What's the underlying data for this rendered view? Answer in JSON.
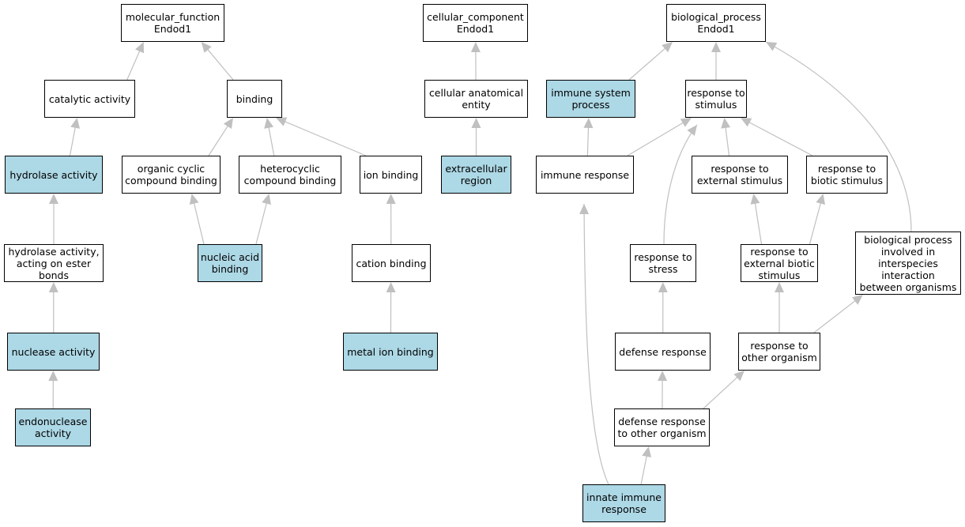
{
  "graph": {
    "highlight_color": "#add8e6",
    "edge_color": "#c0c0c0",
    "nodes": [
      {
        "id": "mf",
        "label": "molecular_function\nEndod1",
        "highlighted": false
      },
      {
        "id": "cc",
        "label": "cellular_component\nEndod1",
        "highlighted": false
      },
      {
        "id": "bp",
        "label": "biological_process\nEndod1",
        "highlighted": false
      },
      {
        "id": "cat",
        "label": "catalytic activity",
        "highlighted": false
      },
      {
        "id": "bind",
        "label": "binding",
        "highlighted": false
      },
      {
        "id": "cae",
        "label": "cellular anatomical\nentity",
        "highlighted": false
      },
      {
        "id": "isp",
        "label": "immune system\nprocess",
        "highlighted": true
      },
      {
        "id": "rts",
        "label": "response to\nstimulus",
        "highlighted": false
      },
      {
        "id": "hyd",
        "label": "hydrolase activity",
        "highlighted": true
      },
      {
        "id": "occb",
        "label": "organic cyclic\ncompound binding",
        "highlighted": false
      },
      {
        "id": "hcb",
        "label": "heterocyclic\ncompound binding",
        "highlighted": false
      },
      {
        "id": "ion",
        "label": "ion binding",
        "highlighted": false
      },
      {
        "id": "ecr",
        "label": "extracellular\nregion",
        "highlighted": true
      },
      {
        "id": "ir",
        "label": "immune response",
        "highlighted": false
      },
      {
        "id": "rtes",
        "label": "response to\nexternal stimulus",
        "highlighted": false
      },
      {
        "id": "rtbs",
        "label": "response to\nbiotic stimulus",
        "highlighted": false
      },
      {
        "id": "hae",
        "label": "hydrolase activity,\nacting on ester\nbonds",
        "highlighted": false
      },
      {
        "id": "nab",
        "label": "nucleic acid\nbinding",
        "highlighted": true
      },
      {
        "id": "catb",
        "label": "cation binding",
        "highlighted": false
      },
      {
        "id": "rtst",
        "label": "response to\nstress",
        "highlighted": false
      },
      {
        "id": "rteb",
        "label": "response to\nexternal biotic\nstimulus",
        "highlighted": false
      },
      {
        "id": "bpii",
        "label": "biological process\ninvolved in\ninterspecies\ninteraction\nbetween organisms",
        "highlighted": false
      },
      {
        "id": "nuc",
        "label": "nuclease activity",
        "highlighted": true
      },
      {
        "id": "mib",
        "label": "metal ion binding",
        "highlighted": true
      },
      {
        "id": "dr",
        "label": "defense response",
        "highlighted": false
      },
      {
        "id": "rtoo",
        "label": "response to\nother organism",
        "highlighted": false
      },
      {
        "id": "endo",
        "label": "endonuclease\nactivity",
        "highlighted": true
      },
      {
        "id": "drtoo",
        "label": "defense response\nto other organism",
        "highlighted": false
      },
      {
        "id": "iir",
        "label": "innate immune\nresponse",
        "highlighted": true
      }
    ],
    "edges": [
      {
        "from": "cat",
        "to": "mf"
      },
      {
        "from": "bind",
        "to": "mf"
      },
      {
        "from": "hyd",
        "to": "cat"
      },
      {
        "from": "hae",
        "to": "hyd"
      },
      {
        "from": "nuc",
        "to": "hae"
      },
      {
        "from": "endo",
        "to": "nuc"
      },
      {
        "from": "occb",
        "to": "bind"
      },
      {
        "from": "hcb",
        "to": "bind"
      },
      {
        "from": "ion",
        "to": "bind"
      },
      {
        "from": "nab",
        "to": "occb"
      },
      {
        "from": "nab",
        "to": "hcb"
      },
      {
        "from": "catb",
        "to": "ion"
      },
      {
        "from": "mib",
        "to": "catb"
      },
      {
        "from": "cae",
        "to": "cc"
      },
      {
        "from": "ecr",
        "to": "cae"
      },
      {
        "from": "isp",
        "to": "bp"
      },
      {
        "from": "rts",
        "to": "bp"
      },
      {
        "from": "bpii",
        "to": "bp"
      },
      {
        "from": "ir",
        "to": "isp"
      },
      {
        "from": "ir",
        "to": "rts"
      },
      {
        "from": "rtes",
        "to": "rts"
      },
      {
        "from": "rtbs",
        "to": "rts"
      },
      {
        "from": "rtst",
        "to": "rts"
      },
      {
        "from": "rteb",
        "to": "rtes"
      },
      {
        "from": "rteb",
        "to": "rtbs"
      },
      {
        "from": "dr",
        "to": "rtst"
      },
      {
        "from": "rtoo",
        "to": "rteb"
      },
      {
        "from": "rtoo",
        "to": "bpii"
      },
      {
        "from": "drtoo",
        "to": "dr"
      },
      {
        "from": "drtoo",
        "to": "rtoo"
      },
      {
        "from": "iir",
        "to": "drtoo"
      },
      {
        "from": "iir",
        "to": "ir"
      }
    ]
  }
}
